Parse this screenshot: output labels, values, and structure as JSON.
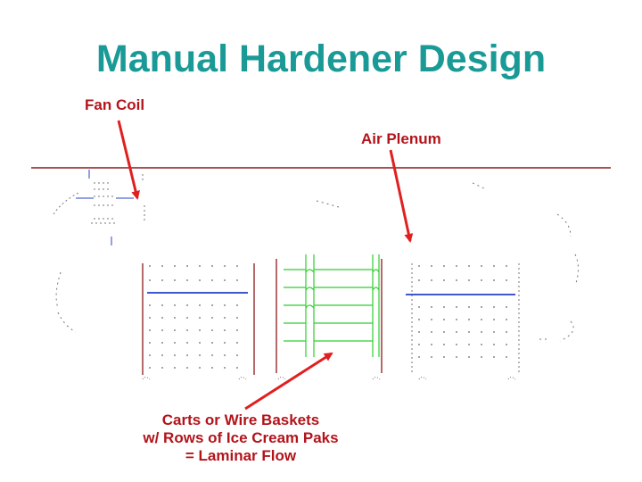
{
  "slide": {
    "title": "Manual Hardener Design"
  },
  "callouts": {
    "fan_coil": "Fan Coil",
    "air_plenum": "Air Plenum",
    "carts_line1": "Carts or Wire Baskets",
    "carts_line2": "w/ Rows of Ice Cream Paks",
    "carts_line3": "= Laminar Flow"
  },
  "colors": {
    "title": "#1a9a96",
    "callout_text": "#b3141b",
    "arrow": "#e02020",
    "divider": "#8b1a1a",
    "flow_lines": "#2fcf2f",
    "unit_outline": "#2440c8",
    "sketch": "#777777"
  }
}
